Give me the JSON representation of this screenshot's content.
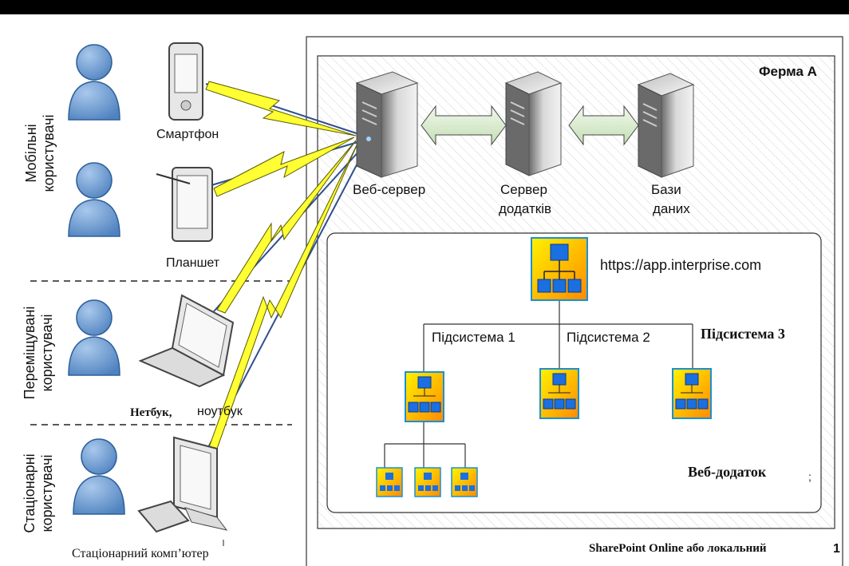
{
  "farm": {
    "title": "Ферма A",
    "servers": [
      {
        "label": "Веб-сервер"
      },
      {
        "label_line1": "Сервер",
        "label_line2": "додатків"
      },
      {
        "label_line1": "Бази",
        "label_line2": "даних"
      }
    ]
  },
  "webapp": {
    "url": "https://app.interprise.com",
    "subsystems": [
      "Підсистема 1",
      "Підсистема 2",
      "Підсистема 3"
    ],
    "label": "Веб-додаток",
    "stray_char": ";"
  },
  "footer": {
    "text": "SharePoint Online або локальний",
    "page_mark": "1"
  },
  "groups": {
    "mobile": {
      "line1": "Мобільні",
      "line2": "користувачі"
    },
    "roaming": {
      "line1": "Переміщувані",
      "line2": "користувачі"
    },
    "stationary": {
      "line1": "Стаціонарні",
      "line2": "користувачі"
    }
  },
  "devices": {
    "smartphone": "Смартфон",
    "tablet": "Планшет",
    "netbook_bold": "Нетбук,",
    "netbook_rest": "ноутбук",
    "desktop": "Стаціонарний комп’ютер"
  },
  "colors": {
    "person_fill": "#6f9fd3",
    "bolt_fill": "#ffff33",
    "arrow_fill": "#d9ecd2",
    "node_fill": "#ffd700",
    "node_box": "#1b6fe0"
  }
}
